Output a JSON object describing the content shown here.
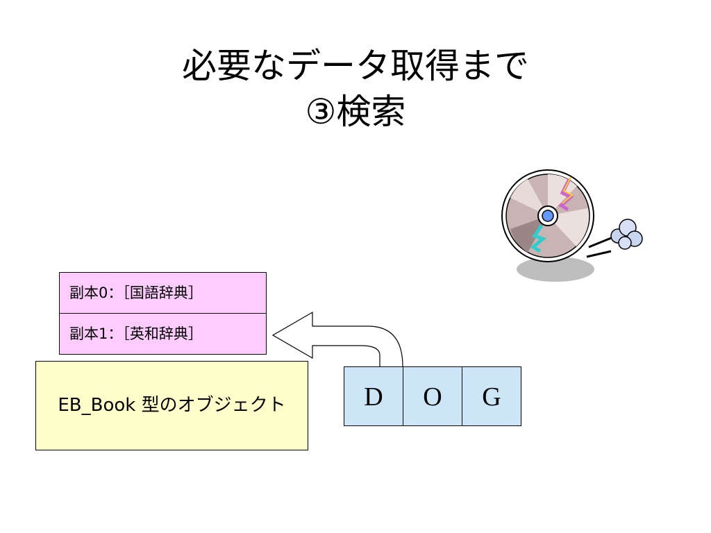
{
  "title": {
    "line1": "必要なデータ取得まで",
    "line2": "③検索"
  },
  "subbooks": [
    {
      "label": "副本0：［国語辞典］"
    },
    {
      "label": "副本1：［英和辞典］"
    }
  ],
  "object": {
    "label": "EB_Book 型のオブジェクト"
  },
  "letters": [
    "D",
    "O",
    "G"
  ],
  "icons": {
    "disc": "cd-disc-icon",
    "arrow": "curved-arrow"
  },
  "colors": {
    "subbook_fill": "#ffccff",
    "object_fill": "#ffffcc",
    "letter_fill": "#cce5f7"
  }
}
